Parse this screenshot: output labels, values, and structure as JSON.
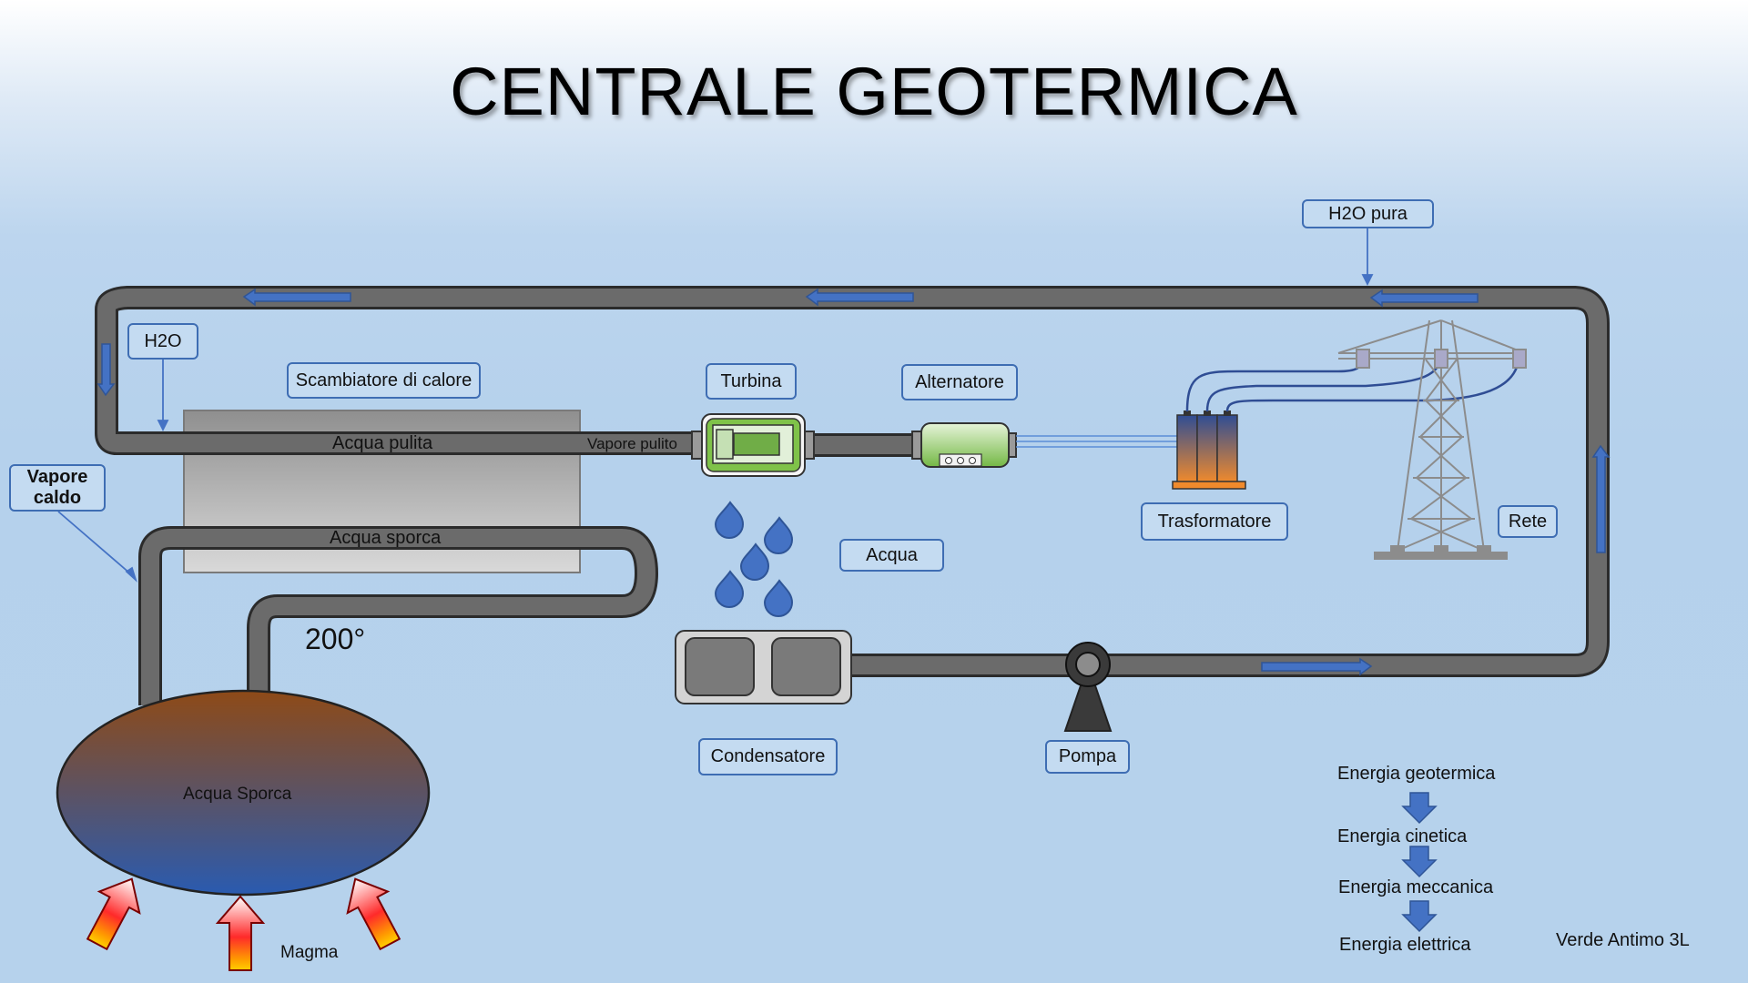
{
  "title": "CENTRALE GEOTERMICA",
  "labels": {
    "h2o_pura": "H2O pura",
    "h2o": "H2O",
    "scambiatore": "Scambiatore di calore",
    "turbina": "Turbina",
    "alternatore": "Alternatore",
    "vapore_caldo": "Vapore caldo",
    "acqua_pulita": "Acqua pulita",
    "vapore_pulito": "Vapore pulito",
    "acqua_sporca": "Acqua sporca",
    "temperature": "200°",
    "acqua": "Acqua",
    "trasformatore": "Trasformatore",
    "rete": "Rete",
    "condensatore": "Condensatore",
    "pompa": "Pompa",
    "acqua_sporca_reservoir": "Acqua Sporca",
    "magma": "Magma"
  },
  "energy_chain": [
    "Energia geotermica",
    "Energia cinetica",
    "Energia meccanica",
    "Energia elettrica"
  ],
  "author": "Verde Antimo 3L",
  "colors": {
    "pipe": "#6b6b6b",
    "pipe_edge": "#2b2b2b",
    "flow_arrow": "#4472c4",
    "label_border": "#3e6db3",
    "reservoir_top": "#8b4a1e",
    "reservoir_bottom": "#2e56a8",
    "magma_arrow": "#e8222a",
    "machine_green": "#7fc249"
  }
}
